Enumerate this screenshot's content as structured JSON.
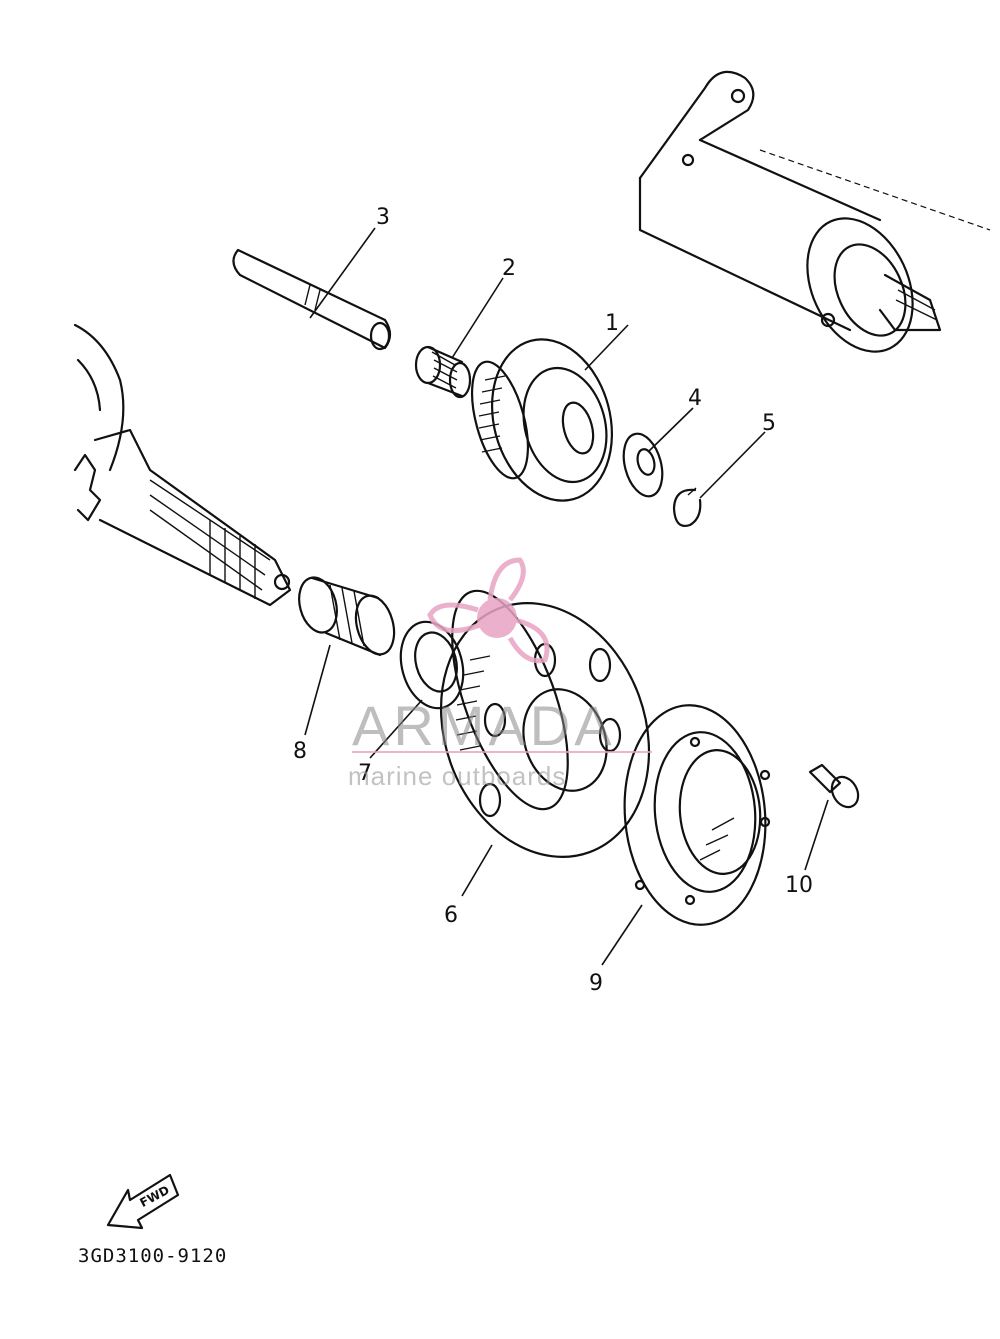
{
  "diagram": {
    "part_labels": [
      "1",
      "2",
      "3",
      "4",
      "5",
      "6",
      "7",
      "8",
      "9",
      "10"
    ],
    "drawing_code": "3GD3100-9120",
    "direction_marker": "FWD"
  },
  "watermark": {
    "brand": "ARMADA",
    "tagline": "marine outboards",
    "accent_color": "#e8a3c3"
  }
}
